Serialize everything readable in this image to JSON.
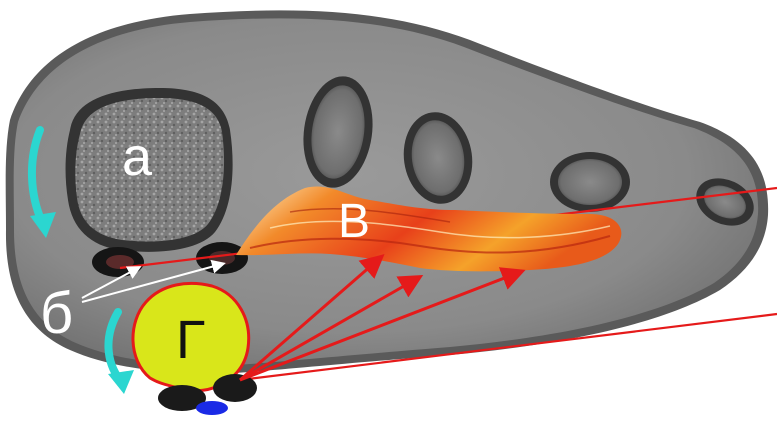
{
  "labels": {
    "a": "а",
    "b": "б",
    "v": "В",
    "g": "Г"
  },
  "colors": {
    "background": "#ffffff",
    "slice": "#8c8c8c",
    "label_white": "#ffffff",
    "arrow_cyan": "#2bd6d0",
    "line_red": "#e51a1a",
    "disc_yellow": "#d9e61a",
    "disc_outline": "#e51a1a",
    "muscle_orange": "#e8501a",
    "nerve_blue": "#1a2ae6"
  }
}
